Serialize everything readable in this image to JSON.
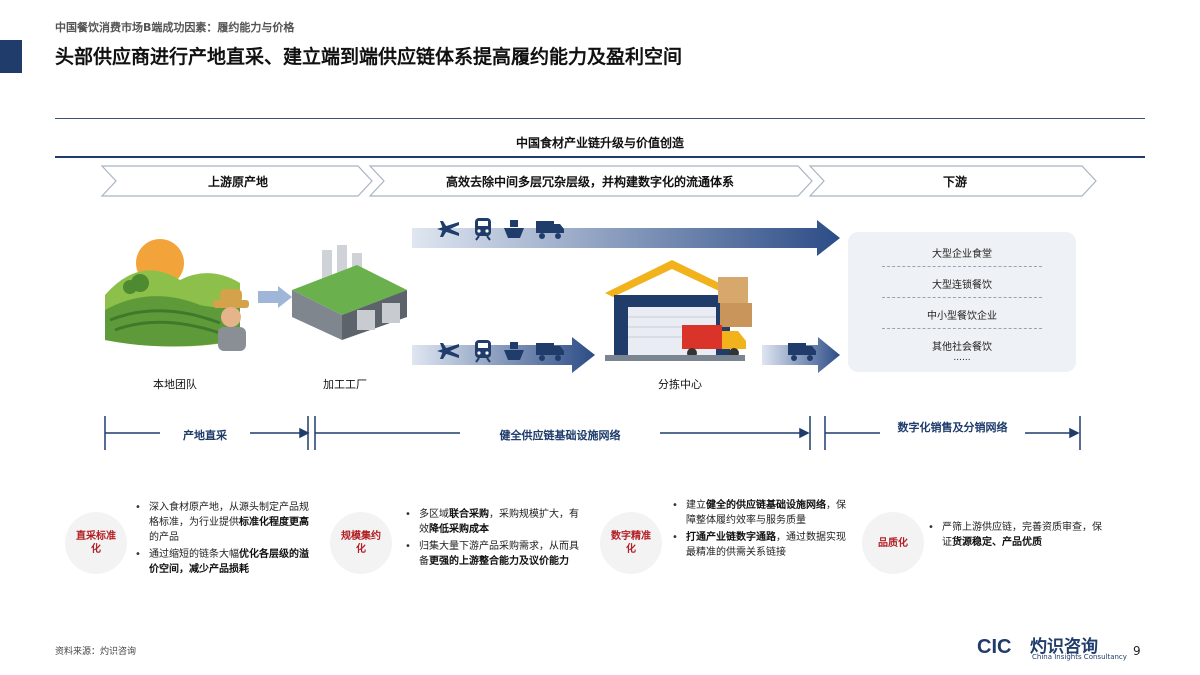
{
  "header": {
    "subtitle": "中国餐饮消费市场B端成功因素：履约能力与价格",
    "title": "头部供应商进行产地直采、建立端到端供应链体系提高履约能力及盈利空间"
  },
  "chain": {
    "title": "中国食材产业链升级与价值创造",
    "stages": [
      "上游原产地",
      "高效去除中间多层冗杂层级，并构建数字化的流通体系",
      "下游"
    ]
  },
  "captions": {
    "local_team": "本地团队",
    "factory": "加工工厂",
    "sorting": "分拣中心"
  },
  "downstream": [
    "大型企业食堂",
    "大型连锁餐饮",
    "中小型餐饮企业",
    "其他社会餐饮",
    "......"
  ],
  "sections": [
    "产地直采",
    "健全供应链基础设施网络",
    "数字化销售及分销网络"
  ],
  "cards": [
    {
      "label": "直采标准化",
      "bullets": [
        [
          {
            "t": "深入食材原产地，从源头制定产品规格标准，为行业提供"
          },
          {
            "t": "标准化程度更高",
            "b": true
          },
          {
            "t": "的产品"
          }
        ],
        [
          {
            "t": "通过缩短的链条大幅"
          },
          {
            "t": "优化各层级的溢价空间，减少产品损耗",
            "b": true
          }
        ]
      ]
    },
    {
      "label": "规模集约化",
      "bullets": [
        [
          {
            "t": "多区域"
          },
          {
            "t": "联合采购",
            "b": true
          },
          {
            "t": "，采购规模扩大，有效"
          },
          {
            "t": "降低采购成本",
            "b": true
          }
        ],
        [
          {
            "t": "归集大量下游产品采购需求，从而具备"
          },
          {
            "t": "更强的上游整合能力及议价能力",
            "b": true
          }
        ]
      ]
    },
    {
      "label": "数字精准化",
      "bullets": [
        [
          {
            "t": "建立"
          },
          {
            "t": "健全的供应链基础设施网络",
            "b": true
          },
          {
            "t": "，保障整体履约效率与服务质量"
          }
        ],
        [
          {
            "t": "打通产业链数字通路",
            "b": true
          },
          {
            "t": "，通过数据实现最精准的供需关系链接"
          }
        ]
      ]
    },
    {
      "label": "品质化",
      "bullets": [
        [
          {
            "t": "严筛上游供应链，完善资质审查，保证"
          },
          {
            "t": "货源稳定、产品优质",
            "b": true
          }
        ]
      ]
    }
  ],
  "footer": {
    "source": "资料来源：灼识咨询",
    "logo_text": "灼识咨询",
    "logo_sub": "China Insights Consultancy",
    "logo_mark": "CIC",
    "page": "9"
  },
  "colors": {
    "navy": "#1f3c6b",
    "red": "#b21f24",
    "arrow": "#2c4c86"
  },
  "icons": [
    "plane-icon",
    "train-icon",
    "ship-icon",
    "truck-icon"
  ]
}
